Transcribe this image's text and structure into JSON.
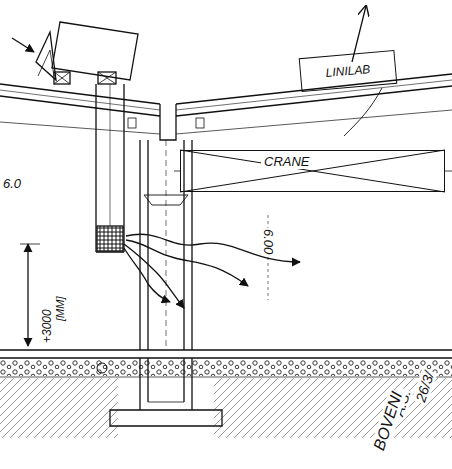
{
  "diagram": {
    "nodes": [
      {
        "text": [
          "LINILAB"
        ]
      },
      {
        "text": [
          "CRANE"
        ]
      }
    ],
    "labels": [
      "6.0",
      "6.00",
      "+3000",
      "[MM]",
      "26/3/",
      "A.S.",
      "BOVENI"
    ]
  }
}
